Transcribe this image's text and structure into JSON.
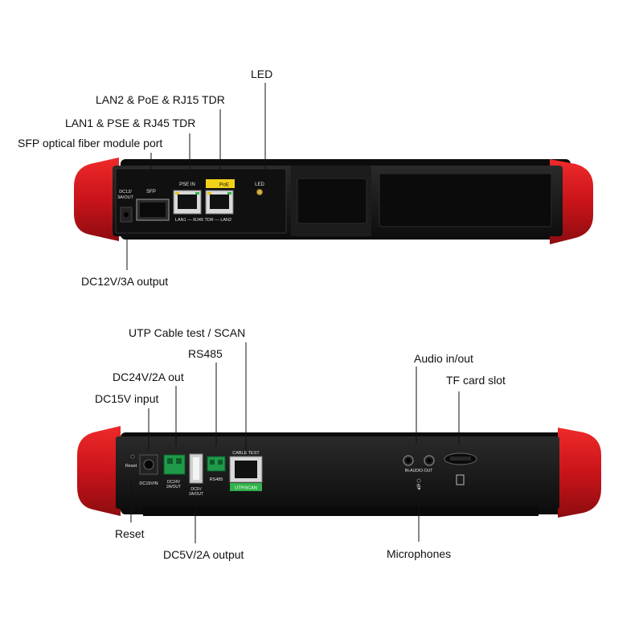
{
  "top_device": {
    "callouts": {
      "led": "LED",
      "lan2": "LAN2 & PoE & RJ15 TDR",
      "lan1": "LAN1 & PSE & RJ45 TDR",
      "sfp": "SFP optical fiber module port",
      "dc12": "DC12V/3A output"
    },
    "panel_labels": {
      "dc12": "DC12/",
      "dc12_b": "3A/OUT",
      "sfp": "SFP",
      "pse_in": "PSE IN",
      "poe": "PoE",
      "led": "LED",
      "rj45_row": "LAN1 — RJ45 TDR — LAN2"
    }
  },
  "bottom_device": {
    "callouts": {
      "utp": "UTP Cable test / SCAN",
      "rs485": "RS485",
      "dc24": "DC24V/2A out",
      "dc15": "DC15V input",
      "audio": "Audio in/out",
      "tf": "TF card slot",
      "reset": "Reset",
      "dc5": "DC5V/2A output",
      "mic": "Microphones"
    },
    "panel_labels": {
      "reset": "Reset",
      "dc15": "DC15VIN",
      "dc24_a": "DC24V",
      "dc24_b": "2A/OUT",
      "dc5_a": "DC5V",
      "dc5_b": "2A/OUT",
      "rs485": "RS485",
      "cable_test": "CABLE TEST",
      "utp_scan": "UTP/SCAN",
      "audio": "IN-AUDIO-OUT"
    }
  },
  "colors": {
    "bumper": "#d8171b",
    "body": "#161616",
    "poe_badge": "#f2d11b",
    "scan_badge": "#2fb34a",
    "terminal": "#1f9a4a",
    "leader": "#111111"
  }
}
